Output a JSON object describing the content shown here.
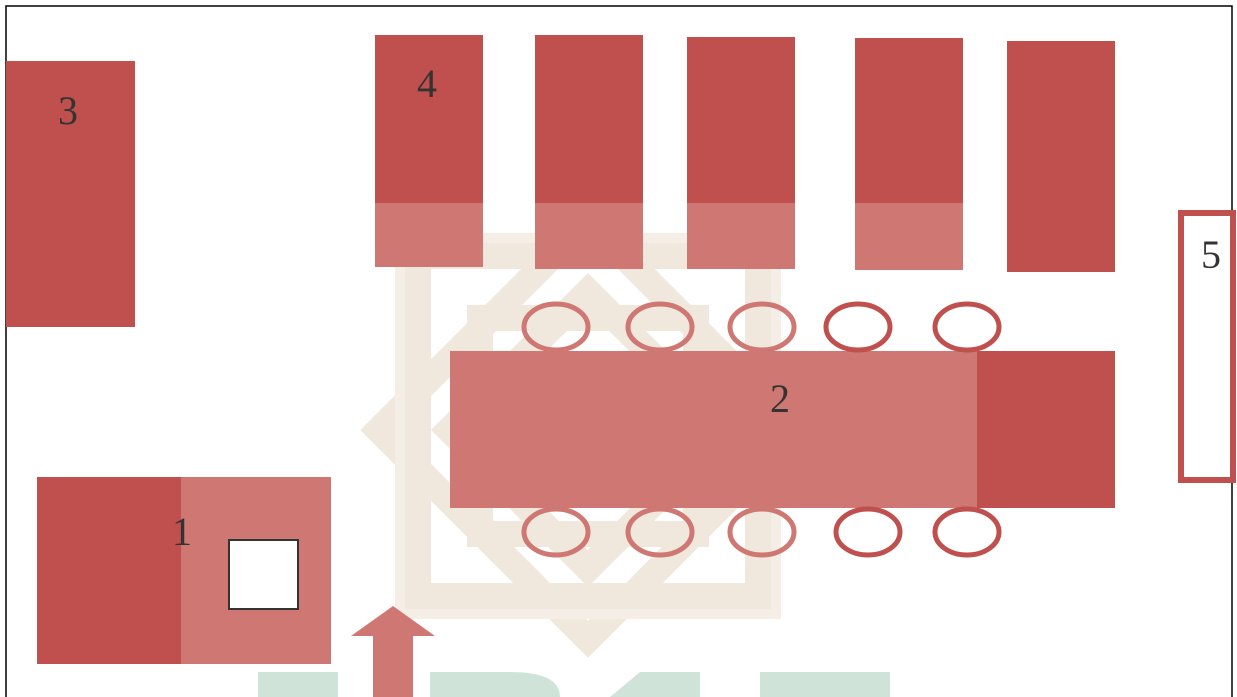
{
  "diagram": {
    "labels": {
      "item_1": "1",
      "item_2": "2",
      "item_3": "3",
      "item_4": "4",
      "item_5": "5"
    },
    "colors": {
      "block": "#c0504d",
      "block_faded": "#cf7772",
      "outline": "#333333",
      "watermark_tan": "#eee4d6",
      "watermark_green": "#cfe3d9"
    },
    "icons": {
      "watermark": "knot-emblem-watermark",
      "arrow": "up-arrow",
      "seat": "oval-seat",
      "square": "white-square"
    }
  }
}
